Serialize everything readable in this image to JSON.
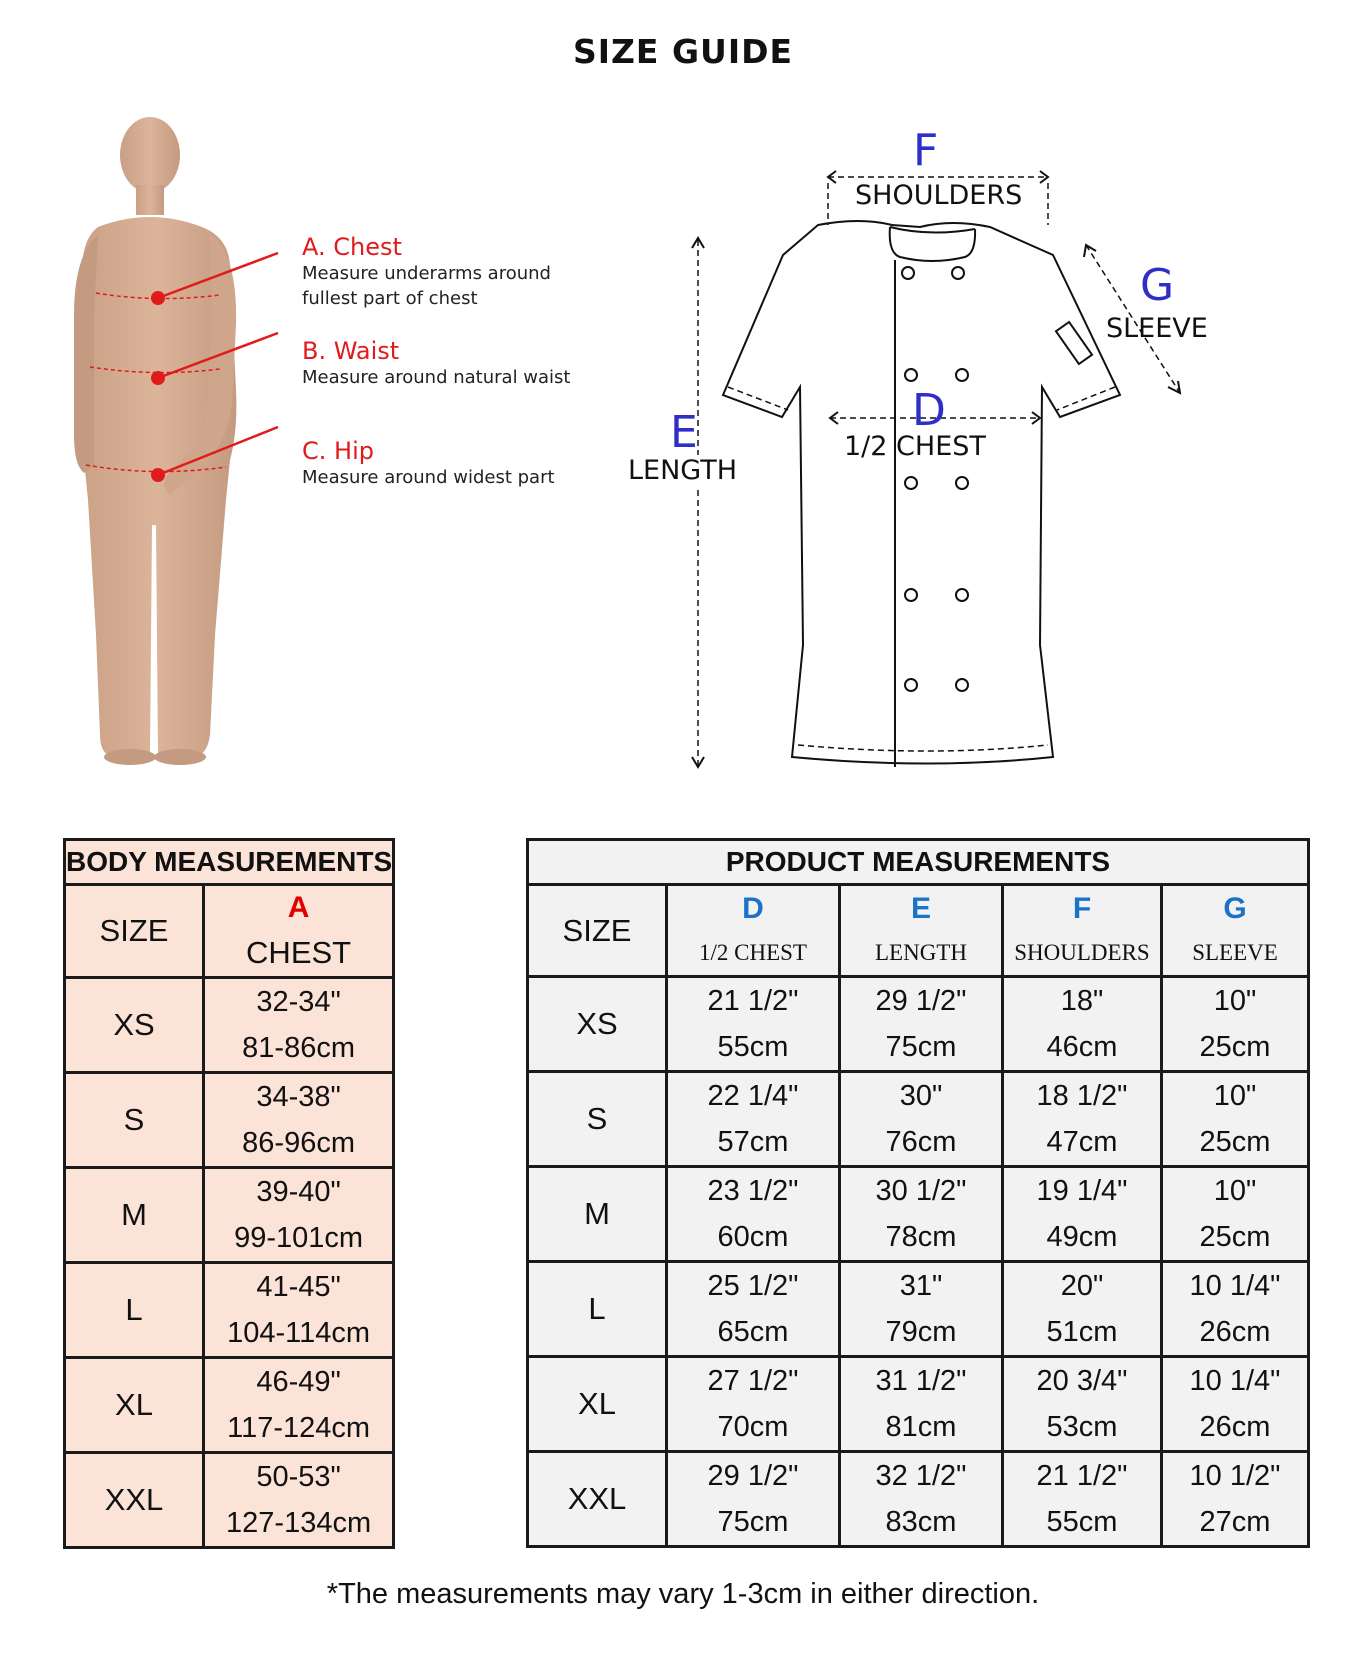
{
  "title": "SIZE GUIDE",
  "figure": {
    "labels": [
      {
        "title": "A. Chest",
        "desc": [
          "Measure underarms around",
          "fullest part of chest"
        ]
      },
      {
        "title": "B. Waist",
        "desc": [
          "Measure around natural waist"
        ]
      },
      {
        "title": "C. Hip",
        "desc": [
          "Measure around widest part"
        ]
      }
    ]
  },
  "jacket": {
    "shoulders": {
      "letter": "F",
      "label": "SHOULDERS"
    },
    "sleeve": {
      "letter": "G",
      "label": "SLEEVE"
    },
    "chest": {
      "letter": "D",
      "label": "1/2 CHEST"
    },
    "length": {
      "letter": "E",
      "label": "LENGTH"
    }
  },
  "body_table": {
    "title": "BODY MEASUREMENTS",
    "size_header": "SIZE",
    "col": {
      "letter": "A",
      "name": "CHEST"
    },
    "rows": [
      {
        "size": "XS",
        "v1": "32-34\"",
        "v2": "81-86cm"
      },
      {
        "size": "S",
        "v1": "34-38\"",
        "v2": "86-96cm"
      },
      {
        "size": "M",
        "v1": "39-40\"",
        "v2": "99-101cm"
      },
      {
        "size": "L",
        "v1": "41-45\"",
        "v2": "104-114cm"
      },
      {
        "size": "XL",
        "v1": "46-49\"",
        "v2": "117-124cm"
      },
      {
        "size": "XXL",
        "v1": "50-53\"",
        "v2": "127-134cm"
      }
    ]
  },
  "product_table": {
    "title": "PRODUCT MEASUREMENTS",
    "size_header": "SIZE",
    "cols": [
      {
        "letter": "D",
        "name": "1/2 CHEST"
      },
      {
        "letter": "E",
        "name": "LENGTH"
      },
      {
        "letter": "F",
        "name": "SHOULDERS"
      },
      {
        "letter": "G",
        "name": "SLEEVE"
      }
    ],
    "rows": [
      {
        "size": "XS",
        "cells": [
          [
            "21 1/2\"",
            "55cm"
          ],
          [
            "29 1/2\"",
            "75cm"
          ],
          [
            "18\"",
            "46cm"
          ],
          [
            "10\"",
            "25cm"
          ]
        ]
      },
      {
        "size": "S",
        "cells": [
          [
            "22 1/4\"",
            "57cm"
          ],
          [
            "30\"",
            "76cm"
          ],
          [
            "18 1/2\"",
            "47cm"
          ],
          [
            "10\"",
            "25cm"
          ]
        ]
      },
      {
        "size": "M",
        "cells": [
          [
            "23 1/2\"",
            "60cm"
          ],
          [
            "30 1/2\"",
            "78cm"
          ],
          [
            "19 1/4\"",
            "49cm"
          ],
          [
            "10\"",
            "25cm"
          ]
        ]
      },
      {
        "size": "L",
        "cells": [
          [
            "25 1/2\"",
            "65cm"
          ],
          [
            "31\"",
            "79cm"
          ],
          [
            "20\"",
            "51cm"
          ],
          [
            "10 1/4\"",
            "26cm"
          ]
        ]
      },
      {
        "size": "XL",
        "cells": [
          [
            "27 1/2\"",
            "70cm"
          ],
          [
            "31 1/2\"",
            "81cm"
          ],
          [
            "20 3/4\"",
            "53cm"
          ],
          [
            "10 1/4\"",
            "26cm"
          ]
        ]
      },
      {
        "size": "XXL",
        "cells": [
          [
            "29 1/2\"",
            "75cm"
          ],
          [
            "32 1/2\"",
            "83cm"
          ],
          [
            "21 1/2\"",
            "55cm"
          ],
          [
            "10 1/2\"",
            "27cm"
          ]
        ]
      }
    ]
  },
  "footnote": "*The measurements may vary 1-3cm in either direction.",
  "colors": {
    "label_red": "#e11b1b",
    "letter_blue": "#2f2fc8",
    "body_table_bg": "#fbe3d8",
    "product_table_bg": "#f2f2f2"
  }
}
